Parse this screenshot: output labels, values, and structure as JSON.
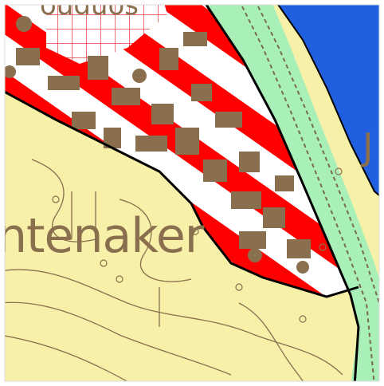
{
  "map": {
    "labels": {
      "place_name": "ntenaker",
      "top_fragment": "ouduos",
      "side_fragment": "J"
    },
    "colors": {
      "residential_zone": "#f6f0a8",
      "hatch_red": "#ff0000",
      "hatch_white": "#ffffff",
      "buildings_brown": "#8a6f4e",
      "buffer_green": "#a8f0b8",
      "water_blue": "#1f5fe0",
      "boundary_black": "#000000",
      "contour_lines": "#8a6f4e"
    },
    "legend_features": [
      "residential-zone",
      "hatched-development-zone",
      "green-buffer-strip",
      "water-body",
      "road-grid"
    ]
  }
}
